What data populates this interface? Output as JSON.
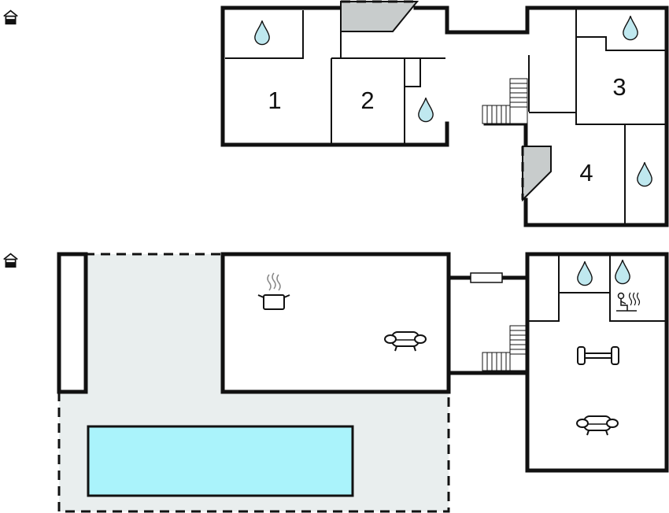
{
  "colors": {
    "wall": "#111111",
    "terrace_fill": "#e9eeee",
    "pool_fill": "#aaf3fb",
    "door_fill": "#c8cccc",
    "water_drop": "#bfe8ef"
  },
  "rooms": [
    {
      "id": "1",
      "label": "1"
    },
    {
      "id": "2",
      "label": "2"
    },
    {
      "id": "3",
      "label": "3"
    },
    {
      "id": "4",
      "label": "4"
    }
  ],
  "icons": {
    "floor_marker": "house-floor-icon",
    "bathroom": "water-drop-icon",
    "kitchen": "cooking-pot-icon",
    "living": "sofa-icon",
    "gym": "dumbbell-icon",
    "sauna": "sauna-icon",
    "stairs": "stairs-icon"
  }
}
